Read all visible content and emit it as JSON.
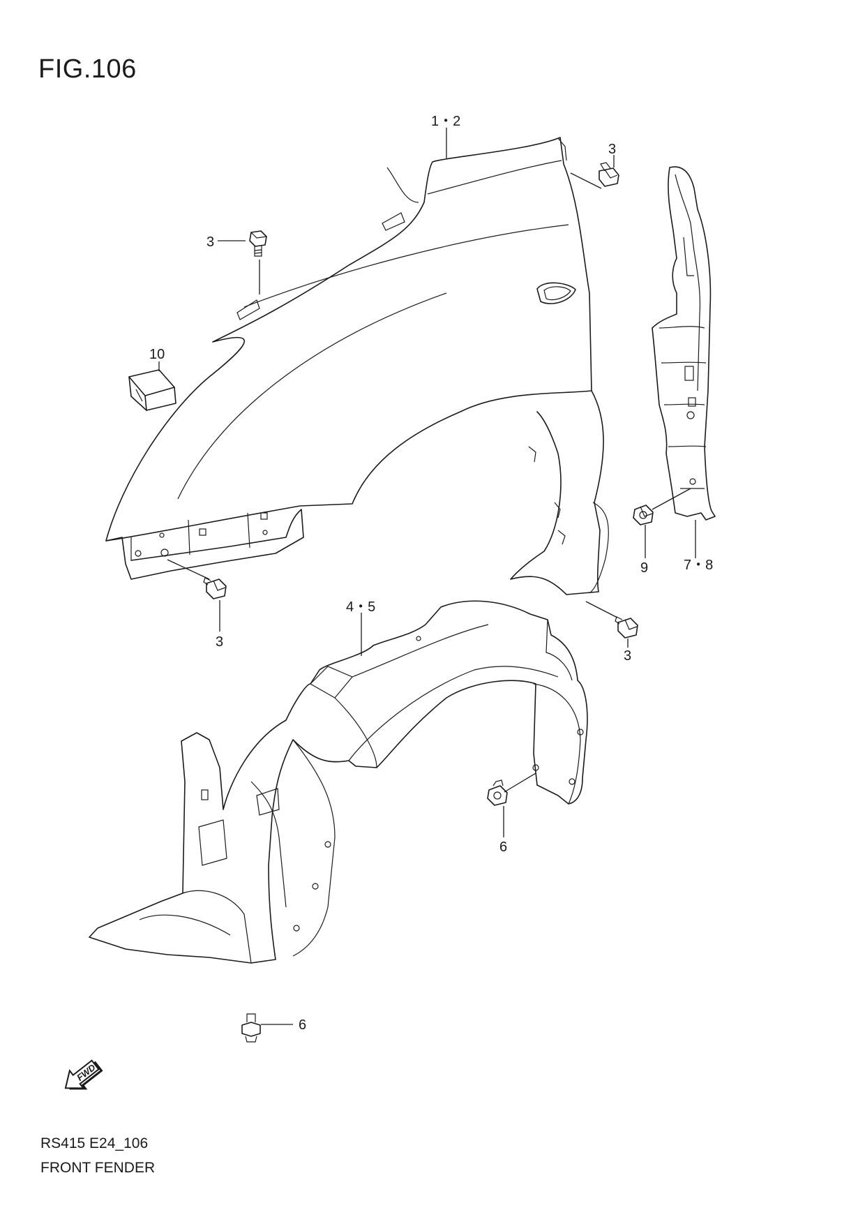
{
  "figure_title": "FIG.106",
  "drawing_code": "RS415 E24_106",
  "drawing_name": "FRONT FENDER",
  "fwd_label": "FWD",
  "callouts": {
    "fender": "1・2",
    "bolt_fender_top_right": "3",
    "bolt_fender_top_left": "3",
    "bolt_fender_lower_left": "3",
    "bolt_fender_lower_right": "3",
    "seal": "10",
    "liner": "4・5",
    "bracket": "7・8",
    "bracket_screw": "9",
    "liner_clip_right": "6",
    "liner_clip_bottom": "6"
  }
}
